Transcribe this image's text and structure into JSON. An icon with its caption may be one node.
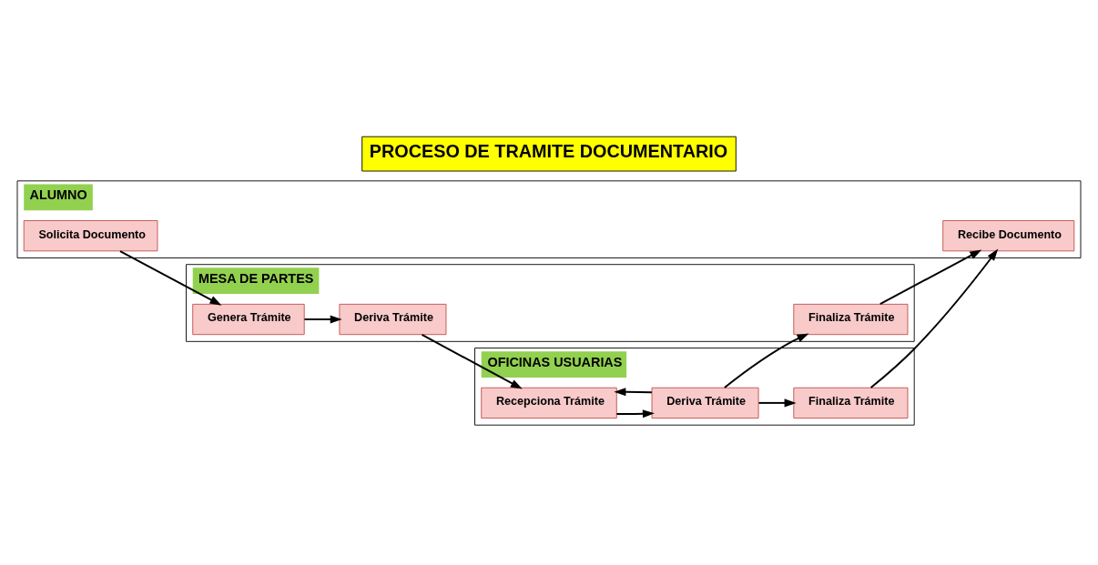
{
  "diagram": {
    "title": "PROCESO DE TRAMITE DOCUMENTARIO",
    "nodes": [
      {
        "text": [
          "ALUMNO"
        ]
      },
      {
        "text": [
          "Solicita Documento"
        ],
        "in": 0
      },
      {
        "text": [
          "Recibe Documento"
        ],
        "in": 0
      },
      {
        "text": [
          "MESA DE PARTES"
        ]
      },
      {
        "text": [
          "Genera Trámite"
        ],
        "in": 3
      },
      {
        "text": [
          "Deriva Trámite"
        ],
        "in": 3
      },
      {
        "text": [
          "Finaliza Trámite"
        ],
        "in": 3
      },
      {
        "text": [
          "OFICINAS USUARIAS"
        ]
      },
      {
        "text": [
          "Recepciona Trámite"
        ],
        "in": 7
      },
      {
        "text": [
          "Deriva Trámite"
        ],
        "in": 7
      },
      {
        "text": [
          "Finaliza Trámite"
        ],
        "in": 7
      }
    ],
    "edges": [
      {
        "from": 1,
        "to": 4,
        "arrow": "to"
      },
      {
        "from": 4,
        "to": 5,
        "arrow": "to"
      },
      {
        "from": 5,
        "to": 8,
        "arrow": "to"
      },
      {
        "from": 9,
        "to": 6,
        "arrow": "to"
      },
      {
        "from": 6,
        "to": 2,
        "arrow": "to"
      },
      {
        "from": 8,
        "to": 9,
        "arrow": "to"
      },
      {
        "from": 9,
        "to": 10,
        "arrow": "to"
      },
      {
        "from": 10,
        "to": 2,
        "arrow": "to"
      },
      {
        "from": 9,
        "to": 8,
        "arrow": "to"
      }
    ]
  }
}
